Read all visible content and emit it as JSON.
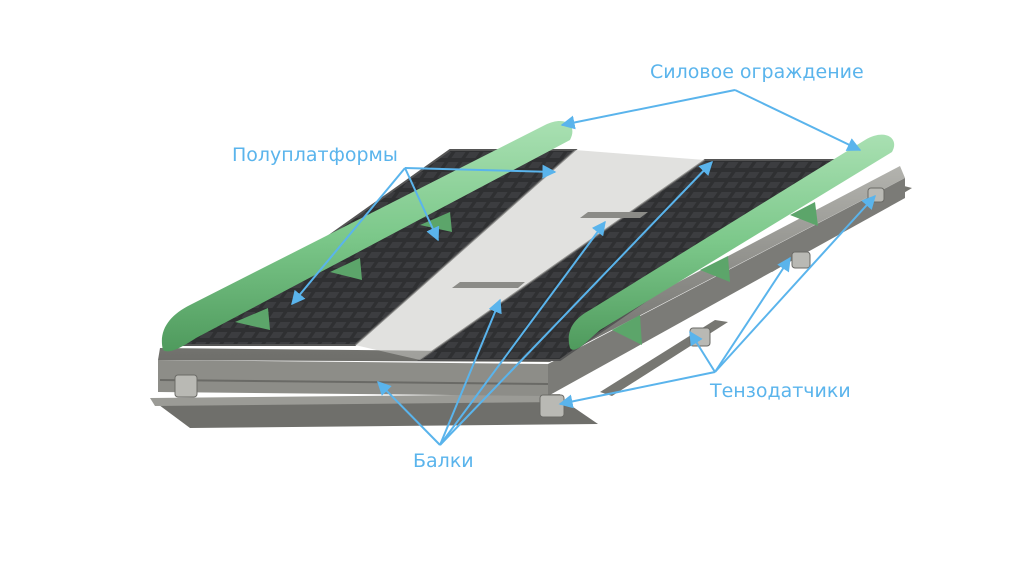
{
  "labels": {
    "guard_rail": "Силовое ограждение",
    "half_platforms": "Полуплатформы",
    "load_cells": "Тензодатчики",
    "beams": "Балки"
  },
  "colors": {
    "accent": "#5ab4ec",
    "guard_green": "#7dc98a",
    "deck_dark": "#2e2f31",
    "frame_gray": "#8a8a86"
  }
}
